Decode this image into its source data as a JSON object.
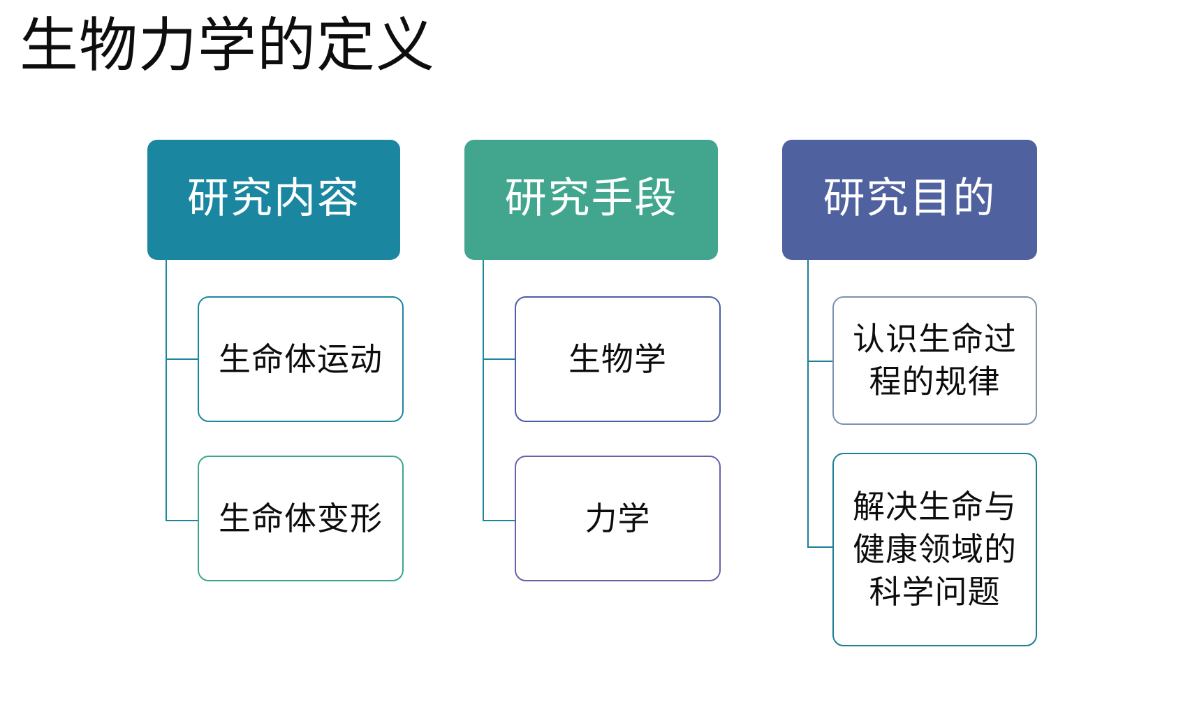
{
  "slide": {
    "title": "生物力学的定义",
    "background_color": "#FFFFFF",
    "title_color": "#0D0D0D"
  },
  "diagram": {
    "type": "three-column-hierarchy",
    "columns": [
      {
        "id": "research-content",
        "header": {
          "label": "研究内容",
          "fill_color": "#1B86A0",
          "text_color": "#FFFFFF"
        },
        "connector_color": "#1B86A0",
        "children": [
          {
            "label": "生命体运动",
            "border_color": "#1B86A0",
            "text_color": "#0D0D0D"
          },
          {
            "label": "生命体变形",
            "border_color": "#3DA58E",
            "text_color": "#0D0D0D"
          }
        ]
      },
      {
        "id": "research-method",
        "header": {
          "label": "研究手段",
          "fill_color": "#41A68D",
          "text_color": "#FFFFFF"
        },
        "connector_color": "#1B86A0",
        "children": [
          {
            "label": "生物学",
            "border_color": "#4A5FA5",
            "text_color": "#0D0D0D"
          },
          {
            "label": "力学",
            "border_color": "#6A5FA8",
            "text_color": "#0D0D0D"
          }
        ]
      },
      {
        "id": "research-purpose",
        "header": {
          "label": "研究目的",
          "fill_color": "#4F619F",
          "text_color": "#FFFFFF"
        },
        "connector_color": "#1B7F98",
        "children": [
          {
            "label": "认识生命过程的规律",
            "border_color": "#7D93AD",
            "text_color": "#0D0D0D"
          },
          {
            "label": "解决生命与健康领域的科学问题",
            "border_color": "#1B7F98",
            "text_color": "#0D0D0D"
          }
        ]
      }
    ]
  }
}
